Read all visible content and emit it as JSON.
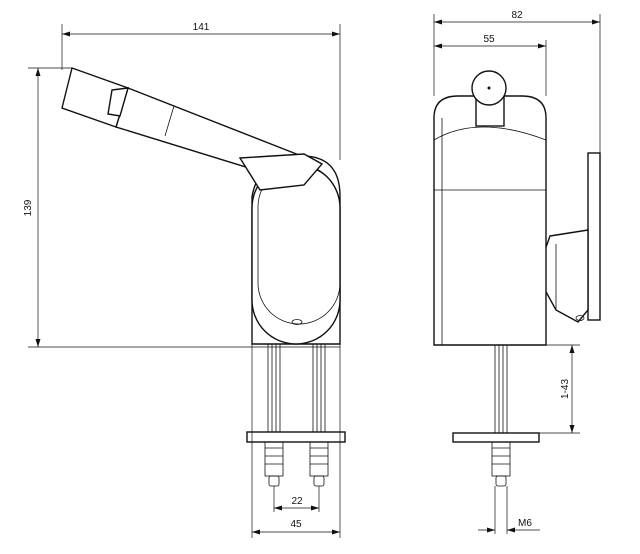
{
  "drawing": {
    "dimensions": {
      "side_width": "141",
      "side_height": "139",
      "hole_spacing": "22",
      "base_width": "45",
      "front_width": "82",
      "front_body_width": "55",
      "counter_thickness": "1-43",
      "thread": "M6"
    }
  }
}
